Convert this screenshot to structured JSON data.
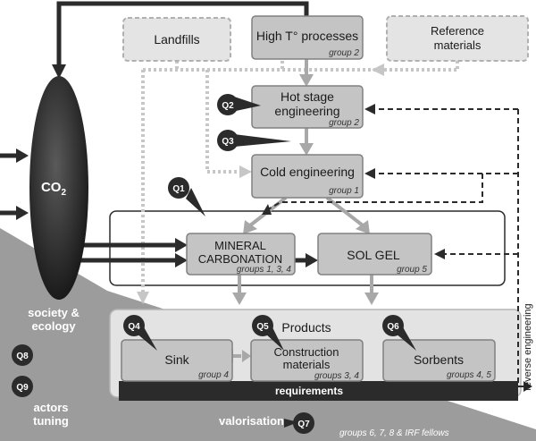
{
  "boxes": {
    "landfills": {
      "label": "Landfills"
    },
    "high_t": {
      "label": "High T° processes",
      "group": "group 2"
    },
    "reference": {
      "line1": "Reference",
      "line2": "materials"
    },
    "hot_stage": {
      "line1": "Hot stage",
      "line2": "engineering",
      "group": "group 2"
    },
    "cold": {
      "label": "Cold engineering",
      "group": "group 1"
    },
    "mineral": {
      "line1": "MINERAL",
      "line2": "CARBONATION",
      "group": "groups 1, 3, 4"
    },
    "solgel": {
      "label": "SOL GEL",
      "group": "group 5"
    },
    "products": {
      "label": "Products"
    },
    "sink": {
      "label": "Sink",
      "group": "group 4"
    },
    "construction": {
      "line1": "Construction",
      "line2": "materials",
      "group": "groups 3,  4"
    },
    "sorbents": {
      "label": "Sorbents",
      "group": "groups 4,  5"
    },
    "requirements": {
      "label": "requirements"
    }
  },
  "co2": {
    "base": "CO",
    "sub": "2"
  },
  "questions": [
    "Q1",
    "Q2",
    "Q3",
    "Q4",
    "Q5",
    "Q6",
    "Q7",
    "Q8",
    "Q9"
  ],
  "side_labels": {
    "society_line1": "society &",
    "society_line2": "ecology",
    "actors_line1": "actors",
    "actors_line2": "tuning",
    "valorisation": "valorisation",
    "groups_footer": "groups 6, 7, 8 & IRF fellows",
    "reverse_engineering": "reverse engineering"
  },
  "colors": {
    "box_fill": "#c4c4c4",
    "box_stroke": "#808080",
    "dashed_fill": "#e4e4e4",
    "dark": "#2b2b2b",
    "triangle": "#9c9c9c",
    "arrow_grey": "#a8a8a8"
  }
}
